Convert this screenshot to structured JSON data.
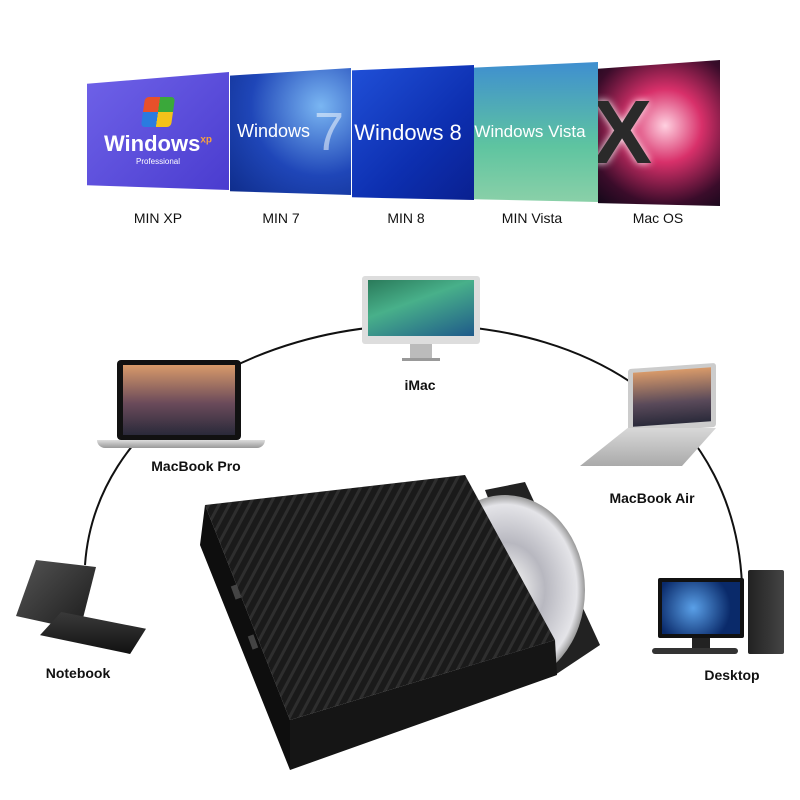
{
  "os_panels": [
    {
      "screen_text": "Windows",
      "superscript": "xp",
      "subtext": "Professional",
      "label": "MIN XP",
      "color": "#5a4fd6"
    },
    {
      "screen_text": "Windows",
      "superscript": "7",
      "label": "MIN 7",
      "color": "#1b3fb8"
    },
    {
      "screen_text": "Windows 8",
      "label": "MIN 8",
      "color": "#1236c6"
    },
    {
      "screen_text": "Windows Vista",
      "label": "MIN Vista",
      "color": "#4bb0a0"
    },
    {
      "screen_text": "X",
      "label": "Mac OS",
      "color": "#7a1a3a"
    }
  ],
  "devices": {
    "imac": "iMac",
    "macbook_pro": "MacBook Pro",
    "macbook_air": "MacBook Air",
    "notebook": "Notebook",
    "desktop": "Desktop"
  },
  "product": "external-optical-drive"
}
